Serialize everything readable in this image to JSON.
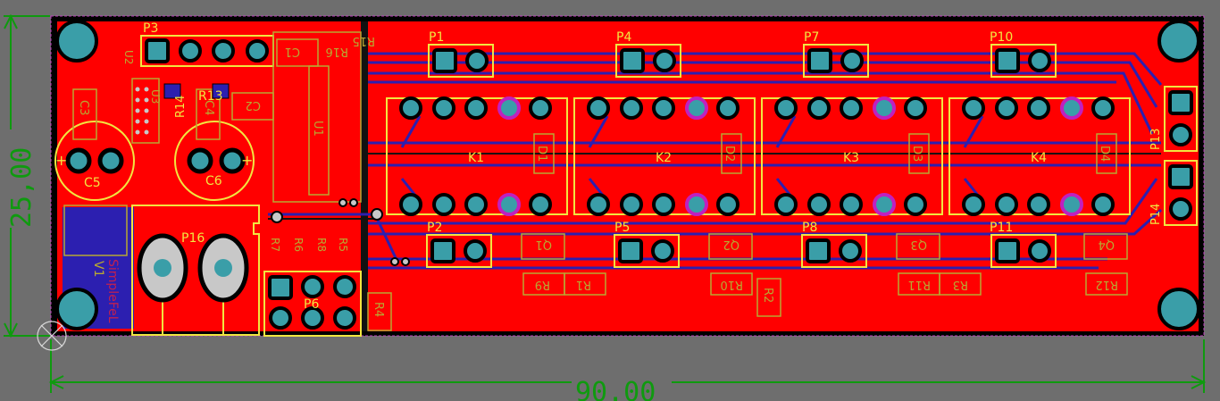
{
  "dimensions": {
    "width_label": "90.00",
    "height_label": "25,00"
  },
  "colors": {
    "board": "#ff0000",
    "background": "#6e6e6e",
    "silk": "#f2e640",
    "pad": "#3a9ea8",
    "trace": "#2c1fb0",
    "dimension": "#0f9a0f",
    "dim_silk": "#b8a832"
  },
  "icons": [
    "mounting-hole-icon",
    "origin-marker-icon"
  ],
  "labels": {
    "p1": "P1",
    "p2": "P2",
    "p3": "P3",
    "p4": "P4",
    "p5": "P5",
    "p6": "P6",
    "p7": "P7",
    "p8": "P8",
    "p10": "P10",
    "p11": "P11",
    "p13": "P13",
    "p14": "P14",
    "p16": "P16",
    "k1": "K1",
    "k2": "K2",
    "k3": "K3",
    "k4": "K4",
    "c5": "C5",
    "c6": "C6",
    "r13": "R13",
    "r14": "R14",
    "c1": "C1",
    "c2": "C2",
    "c3": "C3",
    "c4": "C4",
    "r15": "R15",
    "r16": "R16",
    "u1": "U1",
    "u2": "U2",
    "u3": "U3",
    "d1": "D1",
    "d2": "D2",
    "d3": "D3",
    "d4": "D4",
    "q1": "Q1",
    "q2": "Q2",
    "q3": "Q3",
    "q4": "Q4",
    "r1": "R1",
    "r2": "R2",
    "r3": "R3",
    "r4": "R4",
    "r5": "R5",
    "r6": "R6",
    "r7": "R7",
    "r8": "R8",
    "r9": "R9",
    "r10": "R10",
    "r11": "R11",
    "r12": "R12",
    "v1": "V1",
    "sig": "SimpleFeL"
  }
}
